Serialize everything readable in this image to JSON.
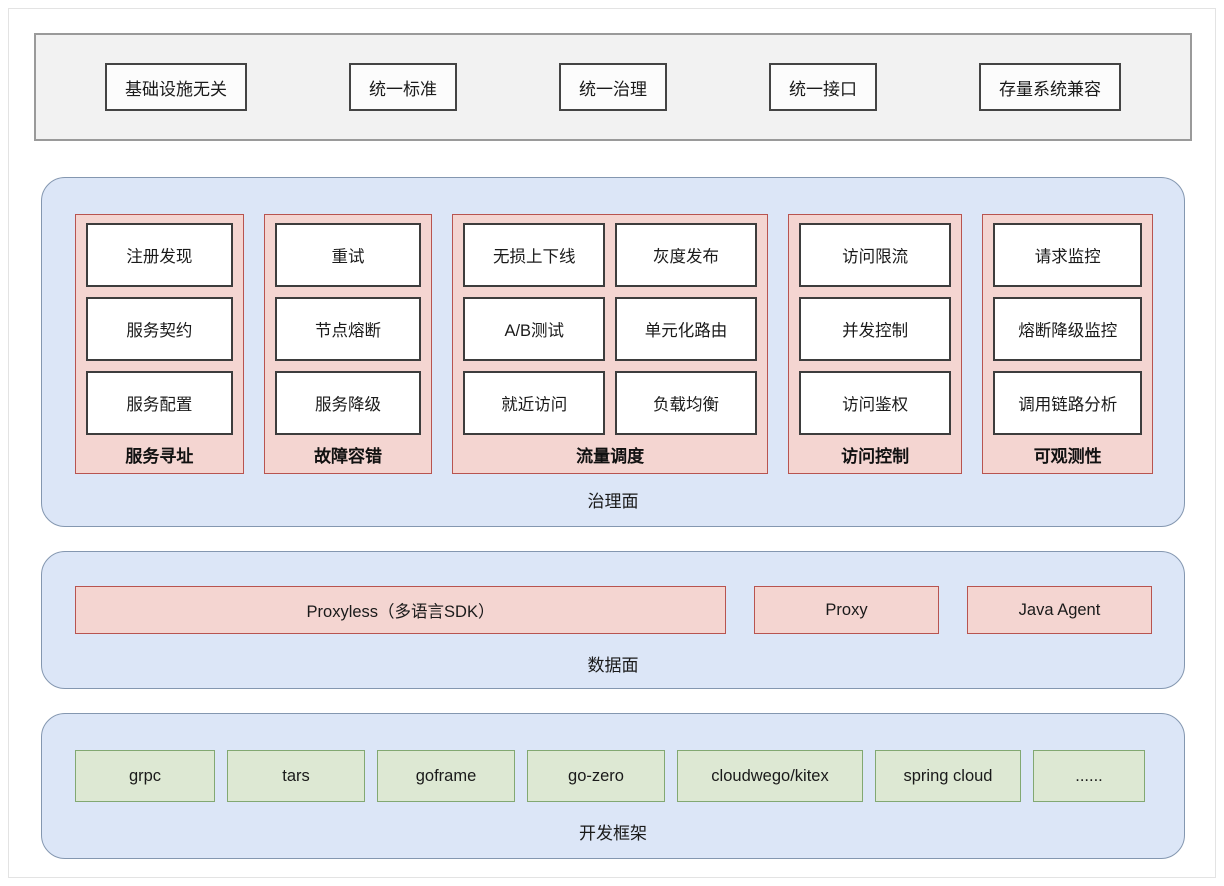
{
  "principles": {
    "items": [
      {
        "label": "基础设施无关"
      },
      {
        "label": "统一标准"
      },
      {
        "label": "统一治理"
      },
      {
        "label": "统一接口"
      },
      {
        "label": "存量系统兼容"
      }
    ]
  },
  "governance_plane": {
    "label": "治理面",
    "groups": [
      {
        "label": "服务寻址",
        "columns": 1,
        "items": [
          {
            "label": "注册发现"
          },
          {
            "label": "服务契约"
          },
          {
            "label": "服务配置"
          }
        ]
      },
      {
        "label": "故障容错",
        "columns": 1,
        "items": [
          {
            "label": "重试"
          },
          {
            "label": "节点熔断"
          },
          {
            "label": "服务降级"
          }
        ]
      },
      {
        "label": "流量调度",
        "columns": 2,
        "items": [
          {
            "label": "无损上下线"
          },
          {
            "label": "灰度发布"
          },
          {
            "label": "A/B测试"
          },
          {
            "label": "单元化路由"
          },
          {
            "label": "就近访问"
          },
          {
            "label": "负载均衡"
          }
        ]
      },
      {
        "label": "访问控制",
        "columns": 1,
        "items": [
          {
            "label": "访问限流"
          },
          {
            "label": "并发控制"
          },
          {
            "label": "访问鉴权"
          }
        ]
      },
      {
        "label": "可观测性",
        "columns": 1,
        "items": [
          {
            "label": "请求监控"
          },
          {
            "label": "熔断降级监控"
          },
          {
            "label": "调用链路分析"
          }
        ]
      }
    ]
  },
  "data_plane": {
    "label": "数据面",
    "items": [
      {
        "label": "Proxyless（多语言SDK）",
        "size": "wide"
      },
      {
        "label": "Proxy",
        "size": "narrow"
      },
      {
        "label": "Java Agent",
        "size": "narrow"
      }
    ]
  },
  "frameworks": {
    "label": "开发框架",
    "items": [
      {
        "label": "grpc"
      },
      {
        "label": "tars"
      },
      {
        "label": "goframe"
      },
      {
        "label": "go-zero"
      },
      {
        "label": "cloudwego/kitex"
      },
      {
        "label": "spring cloud"
      },
      {
        "label": "......"
      }
    ]
  },
  "colors": {
    "panel_fill": "#dce6f7",
    "panel_border": "#8497b0",
    "group_fill": "#f4d5d1",
    "group_border": "#b85450",
    "leaf_fill": "#ffffff",
    "leaf_border": "#3d3d3d",
    "framework_fill": "#dde8d3",
    "framework_border": "#82a872",
    "principles_fill": "#f2f2f2",
    "principles_border": "#9a9a9a"
  }
}
